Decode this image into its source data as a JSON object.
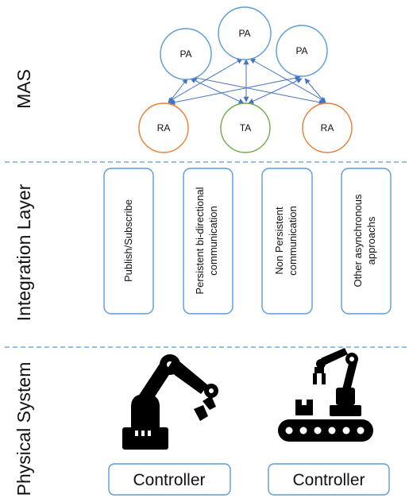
{
  "layers": {
    "mas": "MAS",
    "integration": "Integration Layer",
    "physical": "Physical System"
  },
  "agents": {
    "pa_top": "PA",
    "pa_left": "PA",
    "pa_right": "PA",
    "ra_left": "RA",
    "ta": "TA",
    "ra_right": "RA"
  },
  "integration_boxes": [
    {
      "lines": [
        "Publish/Subscribe"
      ]
    },
    {
      "lines": [
        "Persistent bi-directional",
        "communication"
      ]
    },
    {
      "lines": [
        "Non Persistent",
        "communication"
      ]
    },
    {
      "lines": [
        "Other asynchronous",
        "approachs"
      ]
    }
  ],
  "controllers": [
    "Controller",
    "Controller"
  ],
  "icons": {
    "left": "robotic-arm-icon",
    "right": "robotic-arm-conveyor-icon"
  },
  "colors": {
    "pa_stroke": "#5b9bd5",
    "ra_stroke": "#ed7d31",
    "ta_stroke": "#70ad47",
    "arrow": "#4472c4",
    "box_stroke": "#5b9bd5",
    "separator": "#5b9bd5"
  }
}
